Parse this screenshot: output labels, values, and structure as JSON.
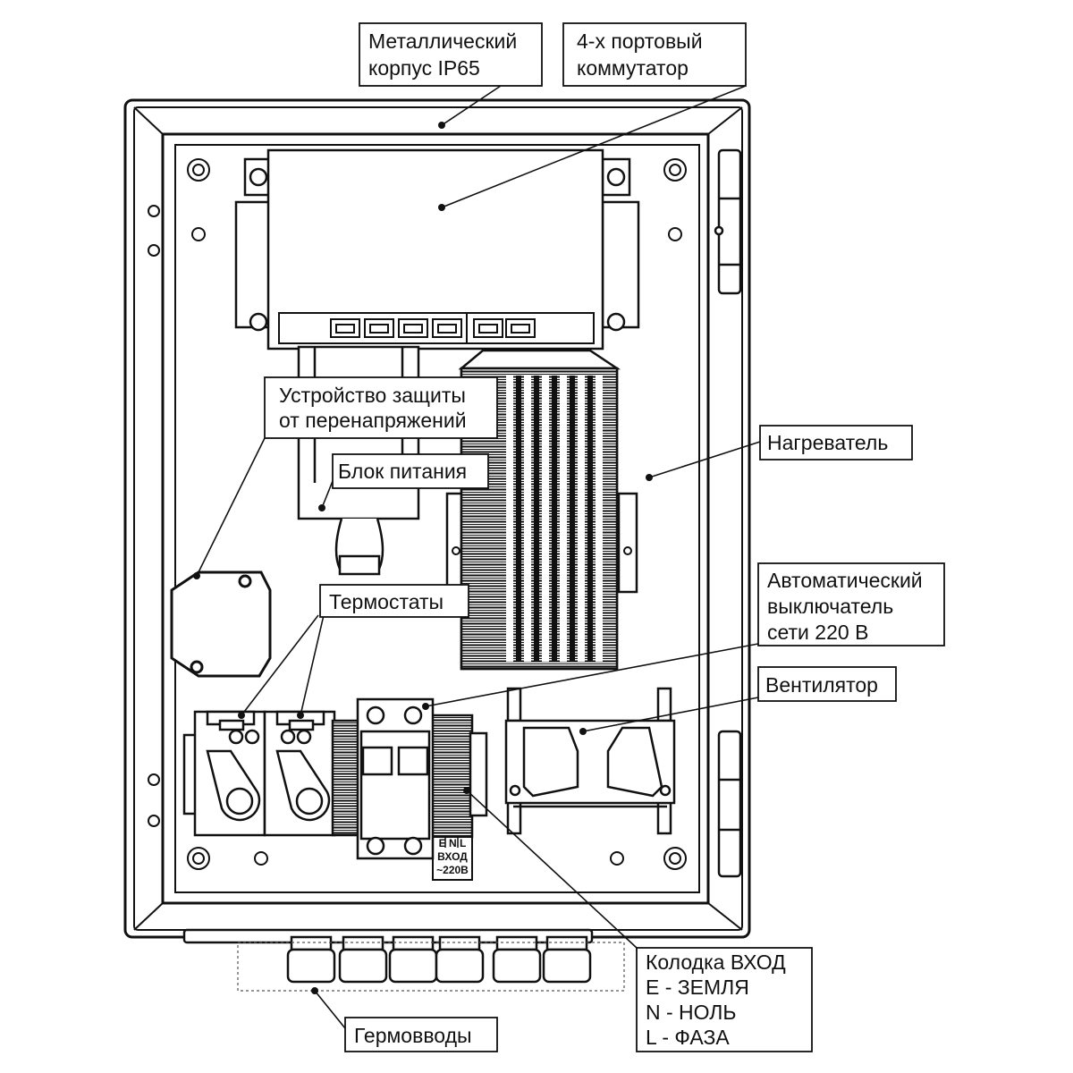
{
  "callouts": {
    "enclosure": {
      "line1": "Металлический",
      "line2": "корпус IP65"
    },
    "switch": {
      "line1": "4-х портовый",
      "line2": "коммутатор"
    },
    "surge": {
      "line1": "Устройство защиты",
      "line2": "от перенапряжений"
    },
    "psu": "Блок питания",
    "heater": "Нагреватель",
    "thermostats": "Термостаты",
    "breaker": {
      "line1": "Автоматический",
      "line2": "выключатель",
      "line3": "сети 220 В"
    },
    "fan": "Вентилятор",
    "terminal_block": {
      "line1": "Колодка ВХОД",
      "line2": "E - ЗЕМЛЯ",
      "line3": "N - НОЛЬ",
      "line4": "L - ФАЗА"
    },
    "glands": "Гермовводы"
  },
  "terminal_markings": {
    "letters": "E N L",
    "input": "ВХОД",
    "voltage": "~220В"
  },
  "colors": {
    "ink": "#111111",
    "panel": "#ffffff",
    "heatsink": "#1a1a1a"
  }
}
